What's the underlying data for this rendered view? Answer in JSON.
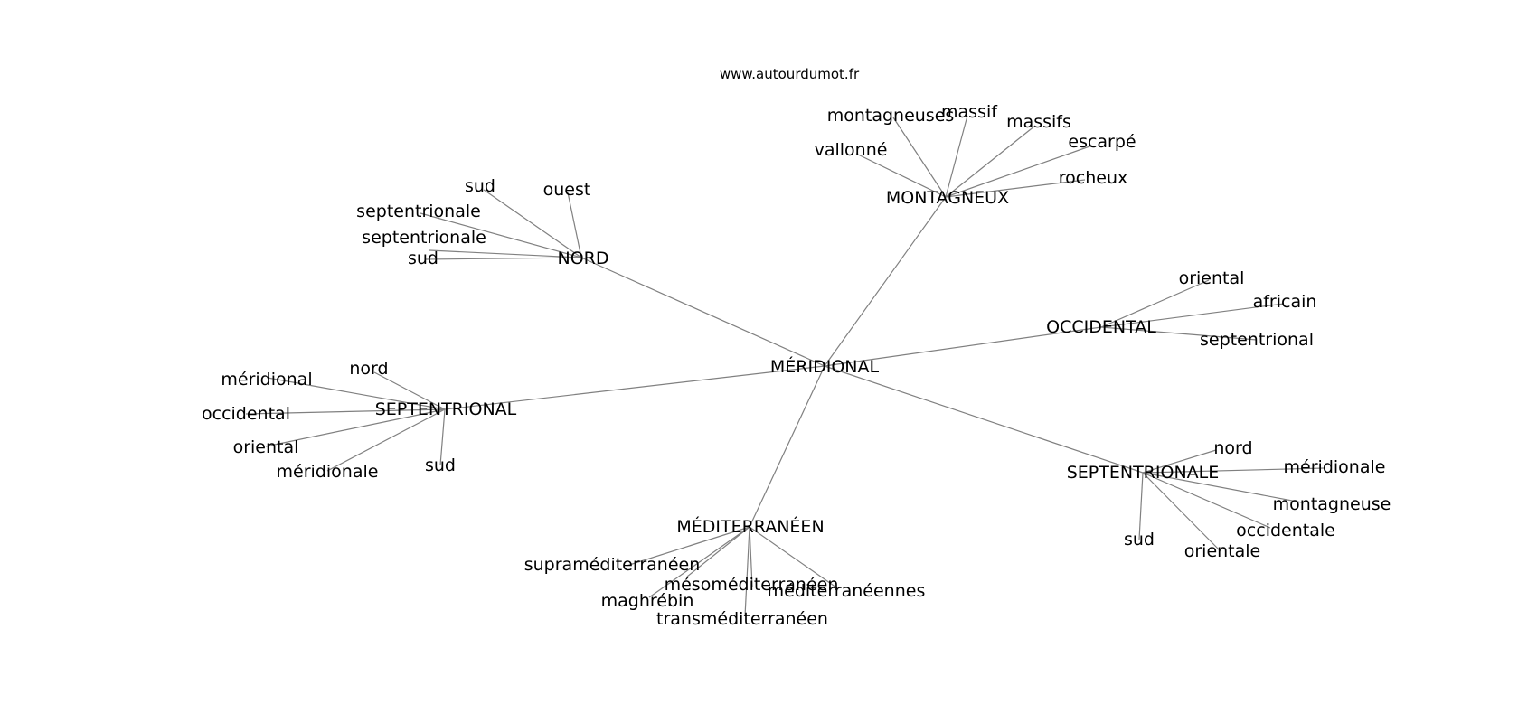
{
  "source": "www.autourdumot.fr",
  "graph": {
    "center": "MÉRIDIONAL",
    "hubs": [
      {
        "label": "NORD",
        "leaves": [
          "sud",
          "ouest",
          "septentrionale",
          "septentrionale",
          "sud"
        ]
      },
      {
        "label": "MONTAGNEUX",
        "leaves": [
          "montagneuses",
          "massif",
          "massifs",
          "vallonné",
          "escarpé",
          "rocheux"
        ]
      },
      {
        "label": "OCCIDENTAL",
        "leaves": [
          "oriental",
          "africain",
          "septentrional"
        ]
      },
      {
        "label": "SEPTENTRIONAL",
        "leaves": [
          "nord",
          "méridional",
          "occidental",
          "oriental",
          "méridionale",
          "sud"
        ]
      },
      {
        "label": "SEPTENTRIONALE",
        "leaves": [
          "nord",
          "méridionale",
          "montagneuse",
          "occidentale",
          "orientale",
          "sud"
        ]
      },
      {
        "label": "MÉDITERRANÉEN",
        "leaves": [
          "supraméditerranéen",
          "mésoméditerranéen",
          "méditerranéennes",
          "maghrébin",
          "transméditerranéen"
        ]
      }
    ]
  }
}
